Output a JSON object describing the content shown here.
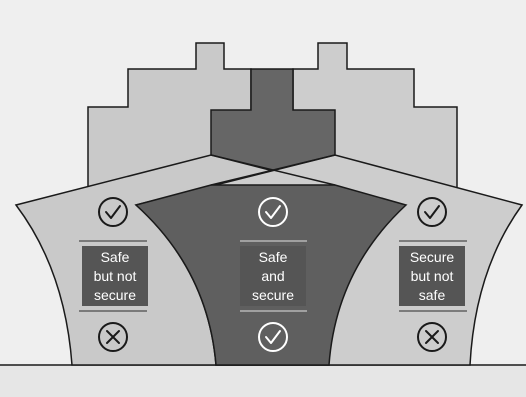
{
  "colors": {
    "background": "#efefef",
    "ground": "#e6e6e6",
    "left_ship": "#c9c9c9",
    "right_ship": "#cdcdcd",
    "center_ship": "#5f5f5f",
    "center_tower": "#666666",
    "outline": "#1a1a1a",
    "label_box": "#555555",
    "label_text": "#ffffff"
  },
  "ships": [
    {
      "id": "left",
      "label_lines": [
        "Safe",
        "but not",
        "secure"
      ],
      "top_icon": "check-circle-icon",
      "bottom_icon": "x-circle-icon"
    },
    {
      "id": "center",
      "label_lines": [
        "Safe",
        "and",
        "secure"
      ],
      "top_icon": "check-circle-icon",
      "bottom_icon": "check-circle-icon"
    },
    {
      "id": "right",
      "label_lines": [
        "Secure",
        "but not",
        "safe"
      ],
      "top_icon": "check-circle-icon",
      "bottom_icon": "x-circle-icon"
    }
  ]
}
